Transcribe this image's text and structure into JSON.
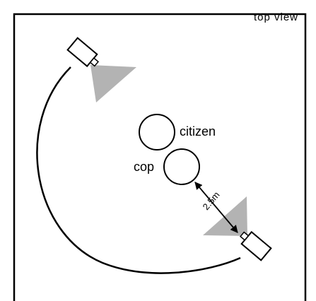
{
  "diagram": {
    "view_label": "top view",
    "subjects": [
      {
        "id": "citizen",
        "label": "citizen"
      },
      {
        "id": "cop",
        "label": "cop"
      }
    ],
    "distance_label": "2.5m",
    "cameras": [
      {
        "id": "camera-top-left"
      },
      {
        "id": "camera-bottom-right"
      }
    ],
    "colors": {
      "outline": "#000000",
      "background": "#ffffff",
      "field_of_view": "#b3b3b3"
    }
  }
}
